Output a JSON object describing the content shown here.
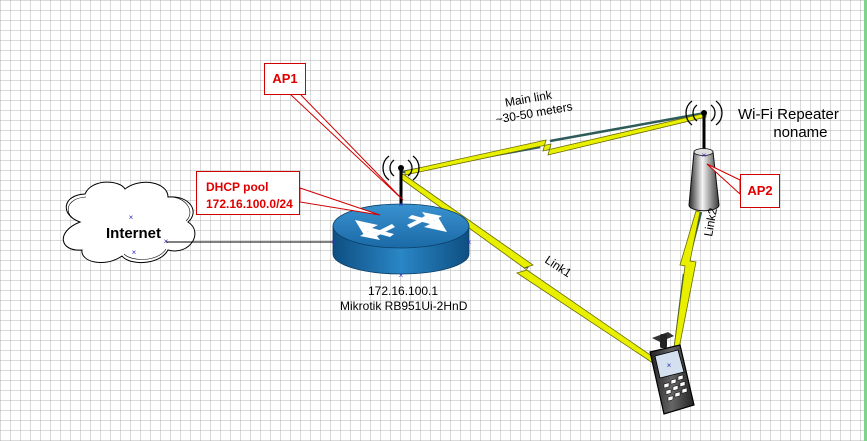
{
  "nodes": {
    "internet_label": "Internet",
    "router_ip": "172.16.100.1",
    "router_model": "Mikrotik RB951Ui-2HnD",
    "repeater_title_line1": "Wi-Fi Repeater",
    "repeater_title_line2": "noname"
  },
  "callouts": {
    "ap1": "AP1",
    "ap2": "AP2",
    "dhcp_line1": "DHCP pool",
    "dhcp_line2": "172.16.100.0/24"
  },
  "links": {
    "main_line1": "Main  link",
    "main_line2": "~30-50 meters",
    "link1": "Link1",
    "link2": "Link2"
  },
  "colors": {
    "link_line": "#2e5a5a",
    "bolt_fill": "#e8f000",
    "callout_border": "#d00000",
    "callout_text": "#e00000",
    "router_blue": "#1f79b7"
  }
}
